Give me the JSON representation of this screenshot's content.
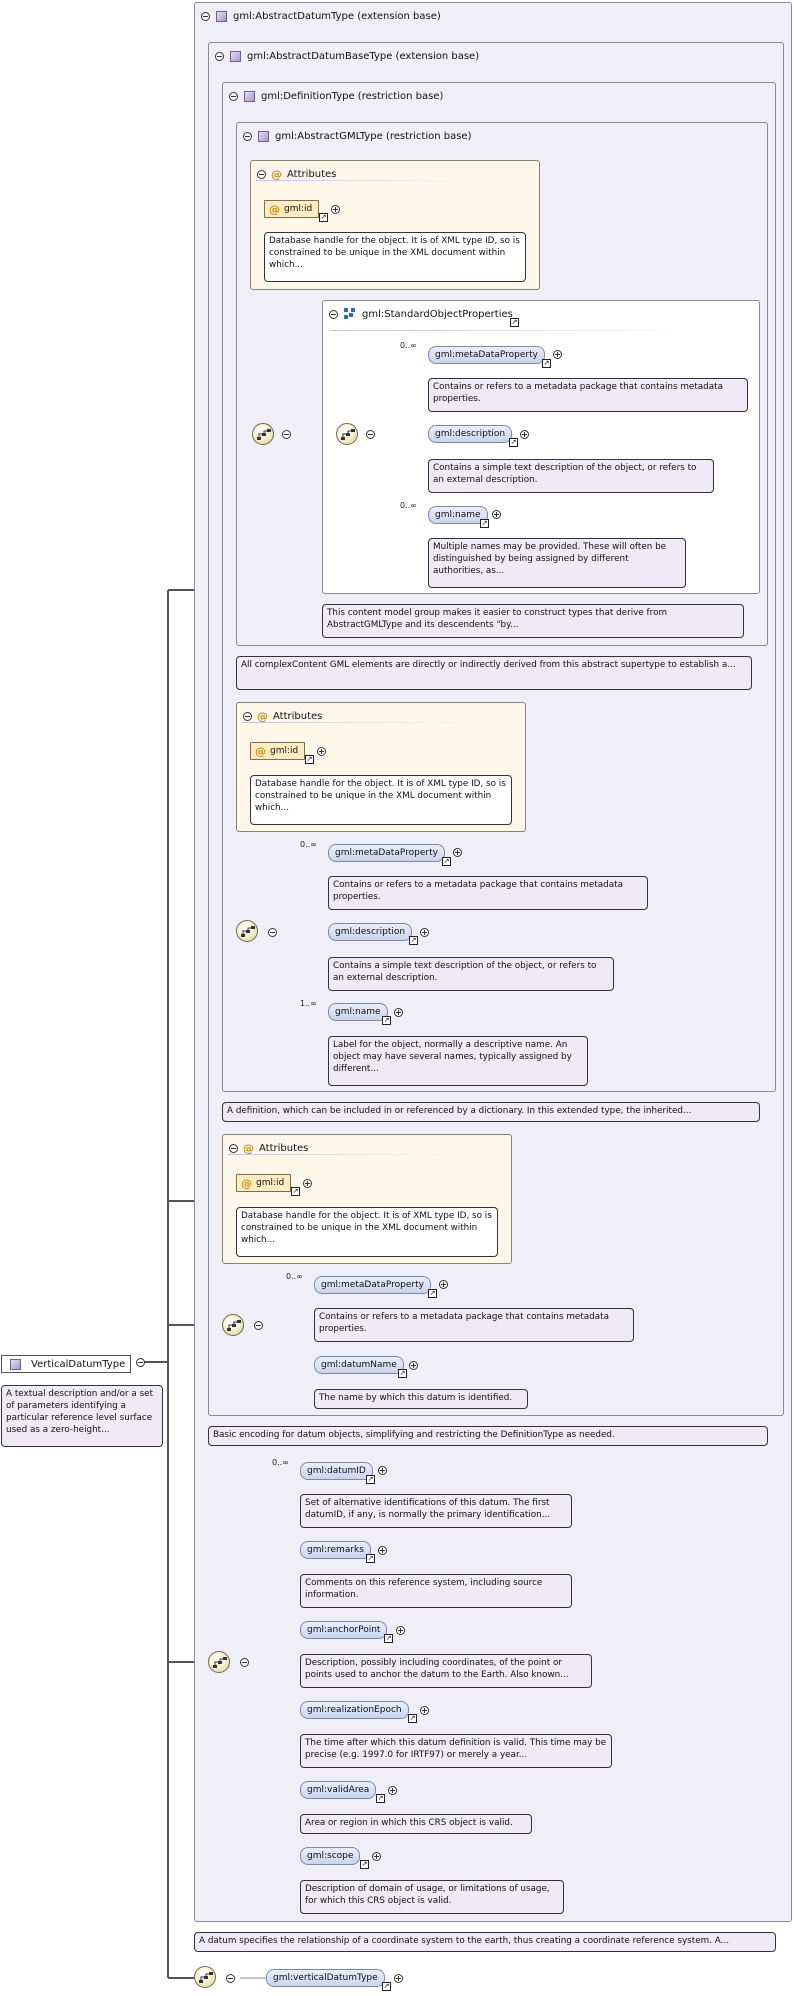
{
  "root": {
    "name": "VerticalDatumType",
    "description": "A textual description and/or a set of parameters identifying a particular reference level surface used as a zero-height..."
  },
  "boxes": {
    "abstract_datum": "gml:AbstractDatumType (extension base)",
    "abstract_datum_base": "gml:AbstractDatumBaseType (extension base)",
    "definition": "gml:DefinitionType (restriction base)",
    "abstract_gml": "gml:AbstractGMLType (restriction base)",
    "standard_props": "gml:StandardObjectProperties"
  },
  "attributes_label": "Attributes",
  "attr_id": "gml:id",
  "attr_id_desc": "Database handle for the object. It is of XML type ID, so is constrained to be unique in the XML document within which...",
  "elements": {
    "metadata": "gml:metaDataProperty",
    "metadata_desc": "Contains or refers to a metadata package that contains metadata properties.",
    "description": "gml:description",
    "description_desc": "Contains a simple text description of the object, or refers to an external description.",
    "name": "gml:name",
    "name_desc_std": "Multiple names may be provided. These will often be distinguished by being assigned by different authorities, as...",
    "name_desc_def": "Label for the object, normally a descriptive name. An object may have several names, typically assigned by different...",
    "datum_name": "gml:datumName",
    "datum_name_desc": "The name by which this datum is identified.",
    "datum_id": "gml:datumID",
    "datum_id_desc": "Set of alternative identifications of this datum. The first datumID, if any, is normally the primary identification...",
    "remarks": "gml:remarks",
    "remarks_desc": "Comments on this reference system, including source information.",
    "anchor_point": "gml:anchorPoint",
    "anchor_point_desc": "Description, possibly including coordinates, of the point or points used to anchor the datum to the Earth. Also known...",
    "realization_epoch": "gml:realizationEpoch",
    "realization_epoch_desc": "The time after which this datum definition is valid. This time may be precise (e.g. 1997.0 for IRTF97) or merely a year...",
    "valid_area": "gml:validArea",
    "valid_area_desc": "Area or region in which this CRS object is valid.",
    "scope": "gml:scope",
    "scope_desc": "Description of domain of usage, or limitations of usage, for which this CRS object is valid.",
    "vertical_datum_type": "gml:verticalDatumType"
  },
  "notes": {
    "std_group": "This content model group makes it easier to construct types that derive from AbstractGMLType and its descendents \"by...",
    "abstract_gml": "All complexContent GML elements are directly or indirectly derived from this abstract supertype to establish a...",
    "definition": "A definition, which can be included in or referenced by a dictionary. In this extended type, the inherited...",
    "datum_base": "Basic encoding for datum objects, simplifying and restricting the DefinitionType as needed.",
    "datum": "A datum specifies the relationship of a coordinate system to the earth, thus creating a coordinate reference system. A..."
  },
  "cardinality": {
    "zero_many": "0..∞",
    "one_many": "1..∞"
  },
  "colors": {
    "element_fill": "#d3ddf1",
    "attribute_fill": "#fdf7ea",
    "box_fill": "#f0eef6",
    "line": "#555555"
  }
}
